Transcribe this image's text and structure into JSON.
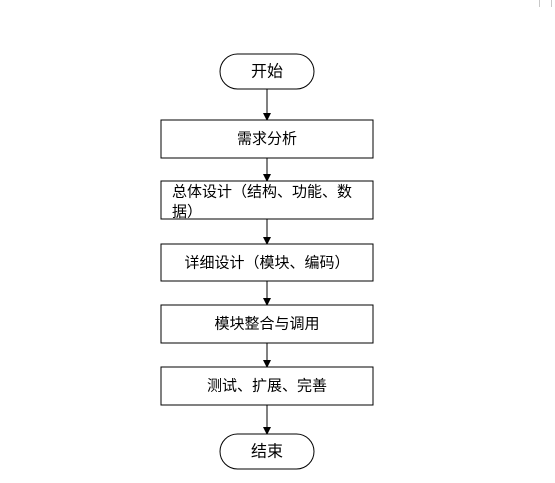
{
  "flowchart": {
    "start": "开始",
    "steps": [
      "需求分析",
      "总体设计（结构、功能、数",
      "据）",
      "详细设计（模块、编码）",
      "模块整合与调用",
      "测试、扩展、完善"
    ],
    "end": "结束"
  },
  "colors": {
    "stroke": "#000000",
    "fill": "#ffffff",
    "text": "#000000"
  }
}
